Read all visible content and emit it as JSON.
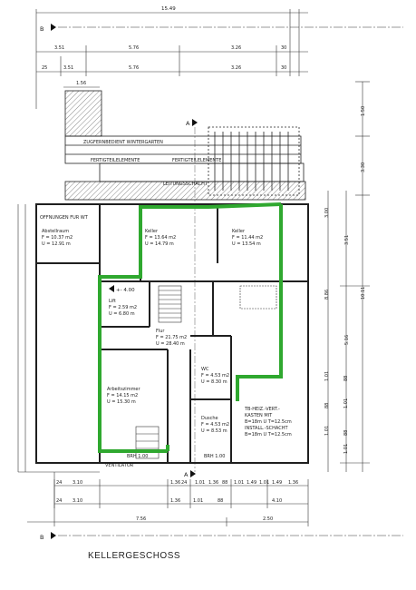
{
  "title": "KELLERGESCHOSS",
  "section_markers": {
    "top_a": "A",
    "bottom_a": "A",
    "top_b": "B",
    "bottom_b": "B"
  },
  "top_dims": {
    "overall": "15.49",
    "row1": [
      "3.51",
      "5.76",
      "3.26",
      "30"
    ],
    "row2": [
      "25",
      "3.51",
      "5.76",
      "3.26",
      "30"
    ],
    "row3": [
      "1.56"
    ]
  },
  "right_dims": {
    "outer": [
      "1.50",
      "3.30",
      "3.51",
      "8.86",
      "10.11"
    ],
    "inner": [
      "3.00",
      "5.16",
      "1.01",
      "88",
      "1.01",
      "88",
      "1.01",
      "88",
      "1.01"
    ]
  },
  "bottom_dims": {
    "row1": [
      "24",
      "3.10",
      "1.36",
      "24",
      "1.01",
      "1.36",
      "88",
      "1.01",
      "1.49",
      "1.01",
      "1.49",
      "1.36"
    ],
    "row2": [
      "24",
      "3.10",
      "1.36",
      "1.01",
      "88",
      "4.10"
    ],
    "overall": [
      "7.56",
      "2.50"
    ]
  },
  "rooms": {
    "abstell": {
      "name": "Abstellraum",
      "lines": [
        "F = 10.37 m2",
        "U = 12.91 m"
      ]
    },
    "keller1": {
      "name": "Keller",
      "lines": [
        "F = 13.64 m2",
        "U = 14.79 m"
      ]
    },
    "keller2": {
      "name": "Keller",
      "lines": [
        "F = 11.44 m2",
        "U = 13.54 m"
      ]
    },
    "flur": {
      "name": "Flur",
      "lines": [
        "F = 21.75 m2",
        "U = 28.40 m"
      ]
    },
    "lift": {
      "name": "Lift",
      "lines": [
        "F = 2.59 m2",
        "U = 6.80 m"
      ]
    },
    "arbeit": {
      "name": "Arbeitszimmer",
      "lines": [
        "F = 14.15 m2",
        "U = 15.30 m"
      ]
    },
    "wc": {
      "name": "WC",
      "lines": [
        "F = 4.53 m2",
        "U = 8.30 m"
      ]
    },
    "dusche": {
      "name": "Dusche",
      "lines": [
        "F = 4.53 m2",
        "U = 8.53 m"
      ]
    }
  },
  "notes": {
    "level": "+- 4.00",
    "top_label_1": "ZUGFERNBEDIENT WINTERGARTEN",
    "top_label_2": "FERTIGTEILELEMENTE",
    "top_label_3": "FERTIGTEILELEMENTE",
    "duct": "LEITUNGSSCHACHT",
    "oeffnung": "OFFNUNGEN FUR WT",
    "install": [
      "TB-HEIZ.-VERT.-",
      "KASTEN MIT",
      "B=18m U T=12.5cm",
      "INSTALL.-SCHACHT",
      "B=18m U T=12.5cm"
    ],
    "ventilator": "VENTILATOR",
    "brh1": "BRH 1.00",
    "brh2": "BRH 1.00"
  },
  "colors": {
    "highlight": "#2fa82f",
    "wall": "#1f1f1f",
    "hatch": "#8a8a8a"
  }
}
